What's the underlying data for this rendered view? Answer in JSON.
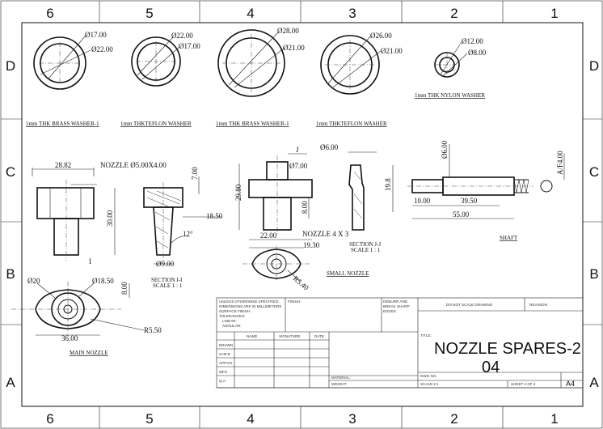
{
  "sheet": {
    "zones_cols": [
      "6",
      "5",
      "4",
      "3",
      "2",
      "1"
    ],
    "zones_rows": [
      "D",
      "C",
      "B",
      "A"
    ]
  },
  "washers": [
    {
      "label": "1mm THK BRASS WASHER-1",
      "outer": "Ø22.00",
      "inner": "Ø17.00"
    },
    {
      "label": "1mm THKTEFLON WASHER",
      "outer": "Ø22.00",
      "inner": "Ø17.00"
    },
    {
      "label": "1mm THK BRASS WASHER-1",
      "outer": "Ø28.00",
      "inner": "Ø21.00"
    },
    {
      "label": "1mm THKTEFLON WASHER",
      "outer": "Ø26.00",
      "inner": "Ø21.00"
    },
    {
      "label": "1mm THK NYLON WASHER",
      "outer": "Ø12.00",
      "inner": "Ø8.00"
    }
  ],
  "main_nozzle": {
    "label": "MAIN NOZZLE",
    "thread": "NOZZLE Ø5.00X4.00",
    "dims": [
      "28.82",
      "30.00",
      "7.00",
      "18.50",
      "12°",
      "Ø9.00",
      "Ø20",
      "Ø18.50",
      "8.00",
      "R5.50",
      "36.00"
    ],
    "section": "SECTION I-I",
    "scale": "SCALE 1 : 1",
    "marker": "I"
  },
  "small_nozzle": {
    "label": "SMALL NOZZLE",
    "thread": "NOZZLE 4 X 3",
    "dims": [
      "Ø7.00",
      "29.80",
      "8.00",
      "22.00",
      "19.30",
      "R5.40",
      "Ø6.00",
      "19.8"
    ],
    "section": "SECTION J-J",
    "scale": "SCALE 1 : 1",
    "marker": "J"
  },
  "shaft": {
    "label": "SHAFT",
    "dims": [
      "Ø6.00",
      "10.00",
      "39.50",
      "55.00",
      "A/F4.00"
    ]
  },
  "title_block": {
    "notes": [
      "UNLESS OTHERWISE SPECIFIED:",
      "DIMENSIONS ARE IN MILLIMETERS",
      "SURFACE FINISH:",
      "TOLERANCES:",
      "LINEAR:",
      "ANGULAR:"
    ],
    "finish": "FINISH:",
    "deburr": [
      "DEBURR AND",
      "BREAK SHARP",
      "EDGES"
    ],
    "do_not_scale": "DO NOT SCALE DRAWING",
    "revision": "REVISION",
    "col_headers": [
      "NAME",
      "SIGNATURE",
      "DATE"
    ],
    "rows": [
      "DRAWN",
      "CHK'D",
      "APPV'D",
      "MFG",
      "Q.A"
    ],
    "title_label": "TITLE:",
    "title": "NOZZLE SPARES-2",
    "material": "MATERIAL:",
    "dwg_label": "DWG NO.",
    "dwg_no": "04",
    "size": "A4",
    "weight": "WEIGHT:",
    "scale": "SCALE:2:1",
    "sheet": "SHEET 4 OF 4"
  }
}
